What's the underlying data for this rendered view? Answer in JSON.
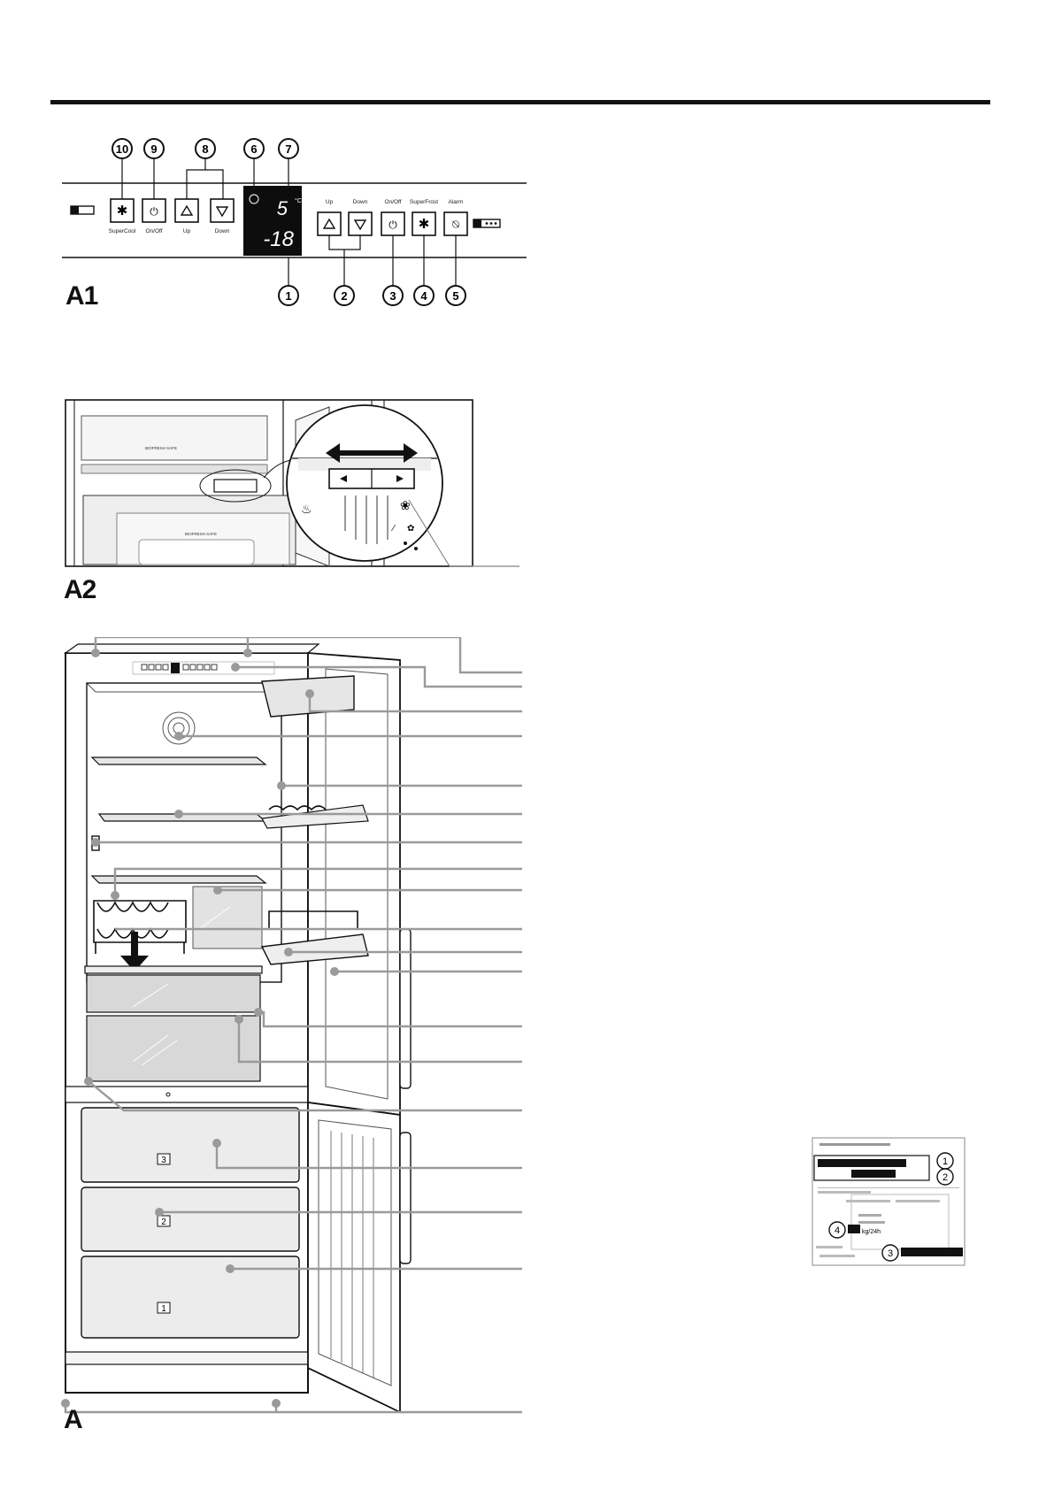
{
  "figures": {
    "a1": {
      "label": "A1"
    },
    "a2": {
      "label": "A2"
    },
    "a": {
      "label": "A"
    }
  },
  "control_panel": {
    "callout_numbers_top": [
      "10",
      "9",
      "8",
      "6",
      "7"
    ],
    "callout_numbers_bottom": [
      "1",
      "2",
      "3",
      "4",
      "5"
    ],
    "fridge_buttons": [
      {
        "label": "SuperCool",
        "icon": "snowflake-icon"
      },
      {
        "label": "On/Off",
        "icon": "power-icon"
      },
      {
        "label": "Up",
        "icon": "triangle-up-icon"
      },
      {
        "label": "Down",
        "icon": "triangle-down-icon"
      }
    ],
    "freezer_buttons": [
      {
        "label": "Up",
        "icon": "triangle-up-icon"
      },
      {
        "label": "Down",
        "icon": "triangle-down-icon"
      },
      {
        "label": "On/Off",
        "icon": "power-icon"
      },
      {
        "label": "SuperFrost",
        "icon": "snowflake-icon"
      },
      {
        "label": "Alarm",
        "icon": "alarm-off-icon"
      }
    ],
    "display": {
      "fridge_temp": "5",
      "unit": "°C",
      "freezer_temp": "-18"
    }
  },
  "biofresh": {
    "label": "BIOFRESH SAFE"
  },
  "type_plate": {
    "callouts": [
      "1",
      "2",
      "4",
      "3"
    ],
    "energy_text": "kg/24h"
  },
  "drawers": [
    "3",
    "2",
    "1"
  ],
  "colors": {
    "ink": "#111111",
    "callout_line": "#9a9a9a",
    "glass": "#d9d9d9",
    "drawer": "#ececec"
  }
}
